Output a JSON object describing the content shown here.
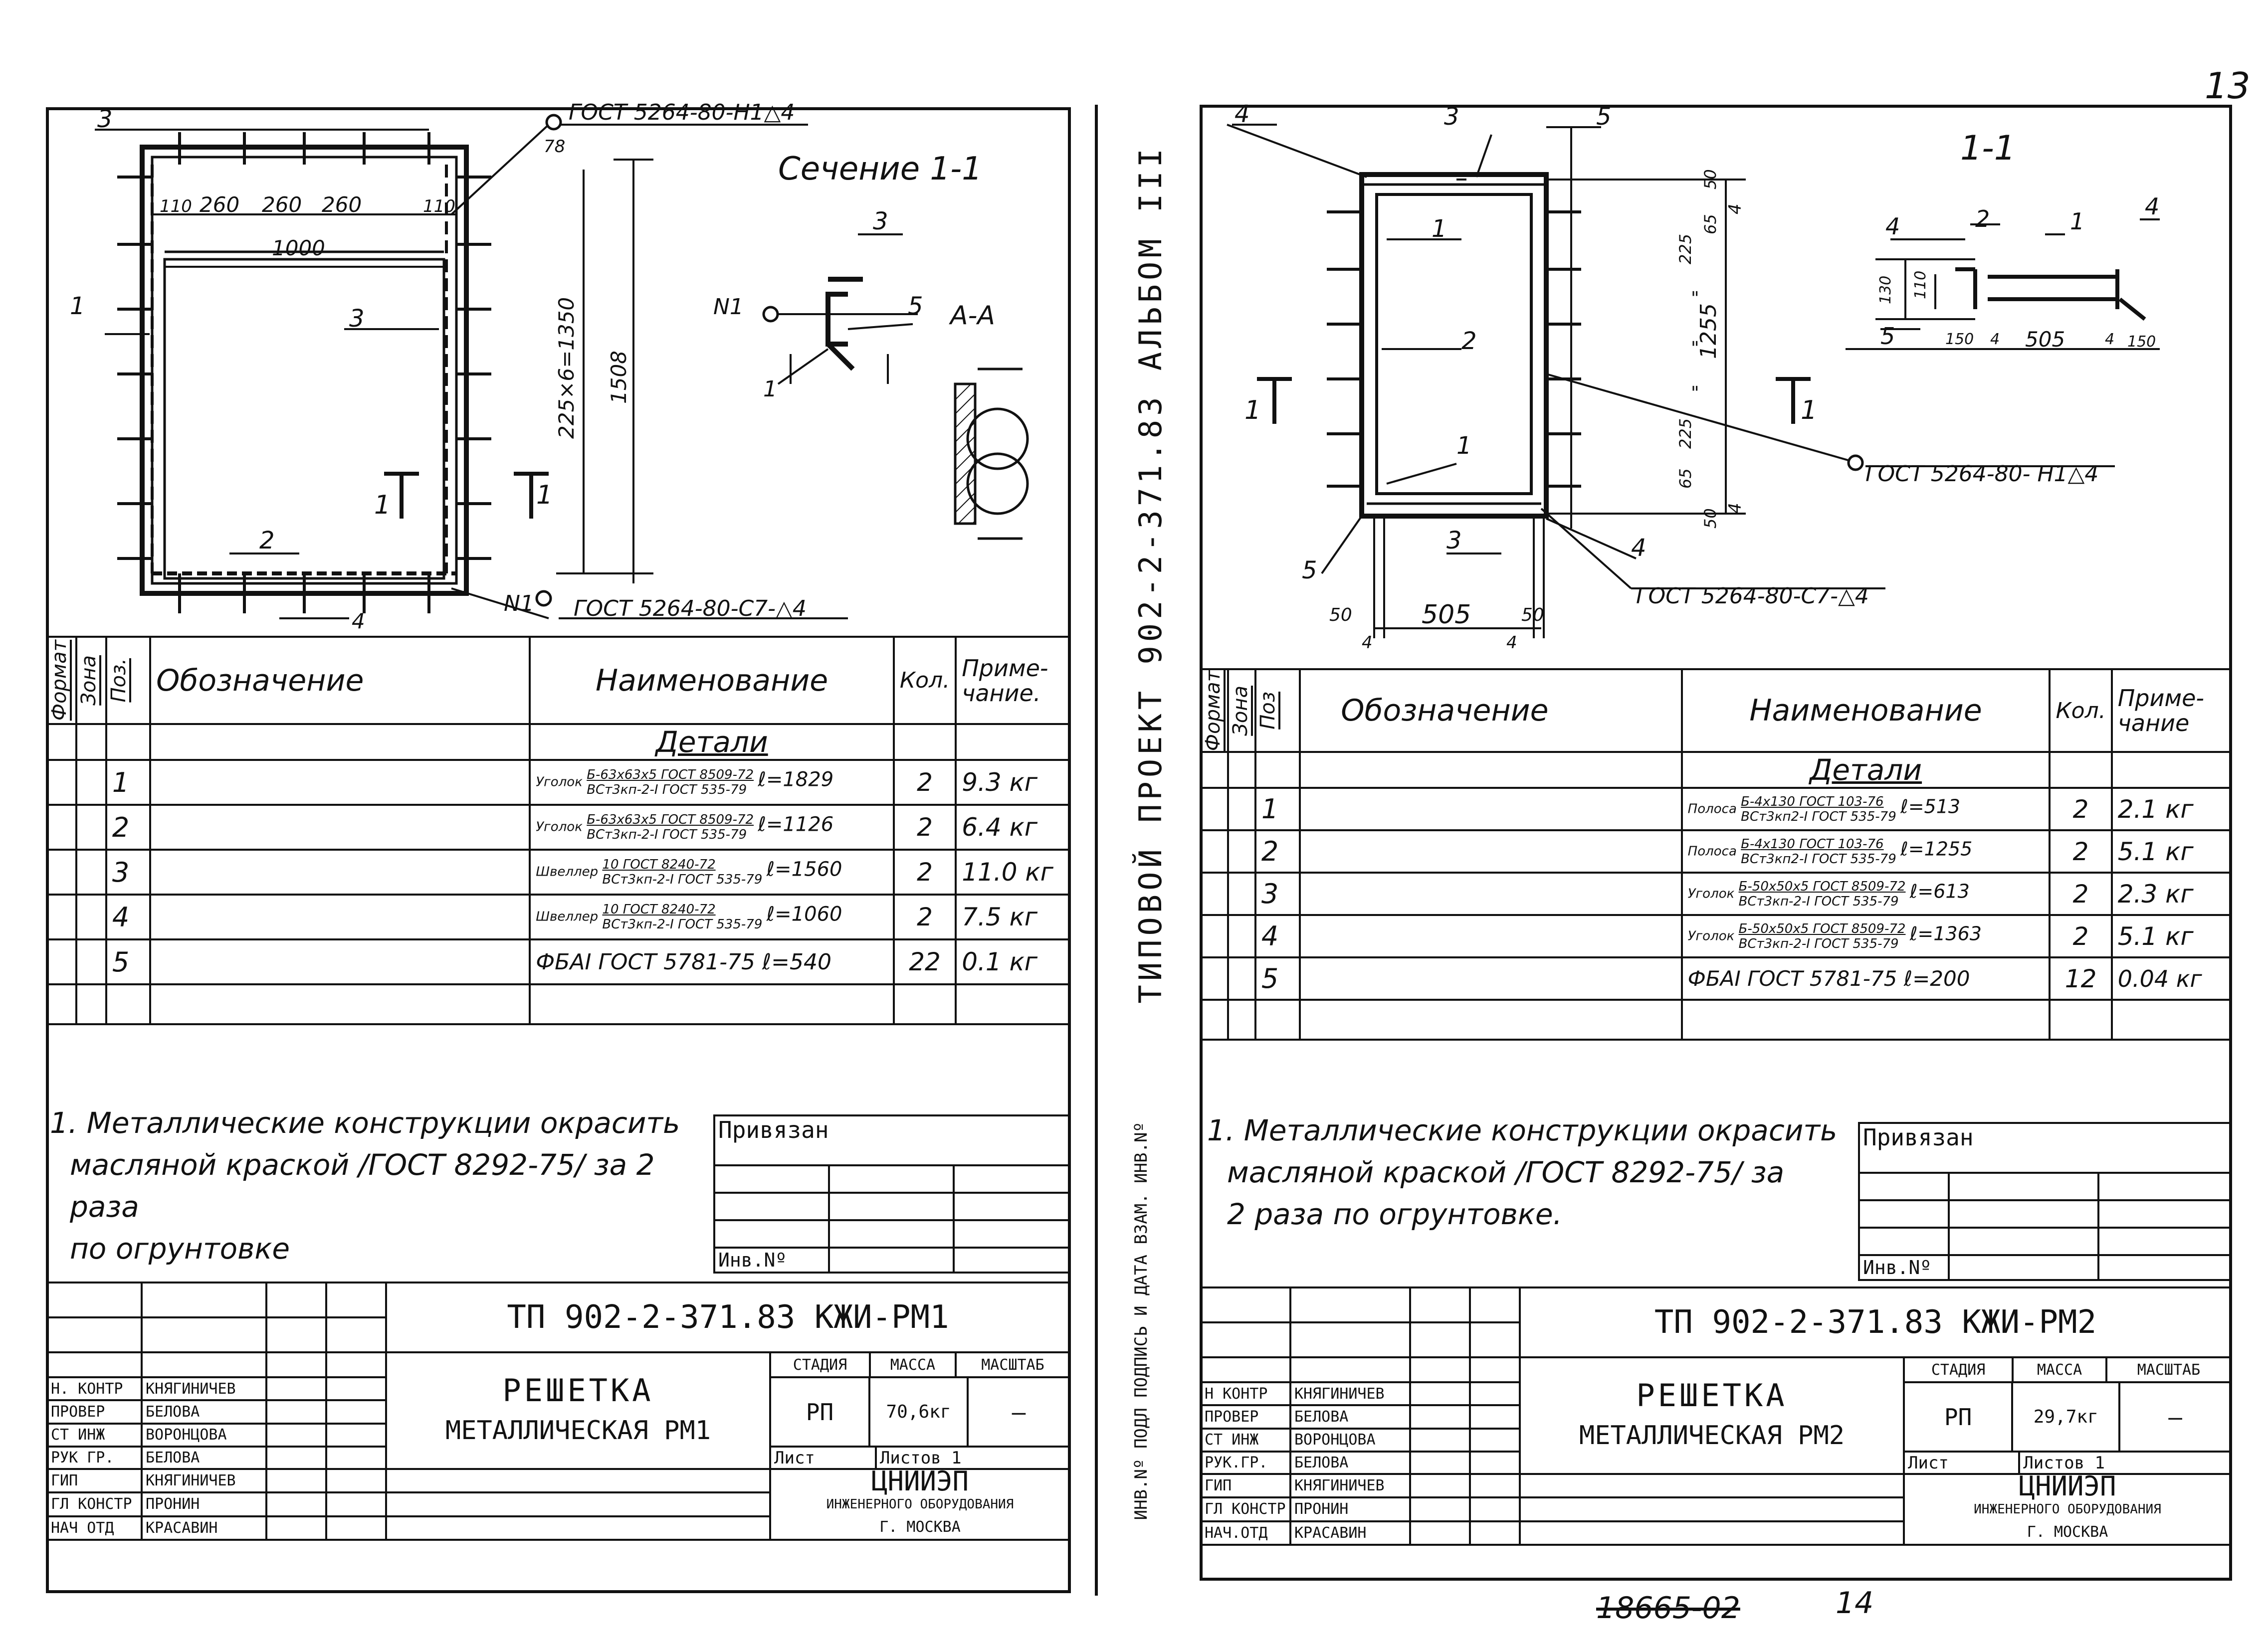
{
  "page_number": "13",
  "bottom_number": "18665-02",
  "bottom_page": "14",
  "album_vertical": "ТИПОВОЙ ПРОЕКТ 902-2-371.83   АЛЬБОМ III",
  "left_margin_label": "ИНВ.Nº ПОДЛ  ПОДПИСЬ И ДАТА  ВЗАМ. ИНВ.Nº",
  "sheets": [
    {
      "section_title": "Сечение 1-1",
      "view_label": "А-А",
      "weld_top": "ГОСТ 5264-80-Н1△4",
      "weld_bottom": "ГОСТ 5264-80-С7-△4",
      "dims": {
        "d110a": "110",
        "d260a": "260",
        "d260b": "260",
        "d260c": "260",
        "d110b": "110",
        "d1000": "1000",
        "d225x6": "225×6=1350",
        "d1508": "1508",
        "d78": "78",
        "d4": "4"
      },
      "labels": {
        "p1": "1",
        "p2": "2",
        "p3": "3",
        "p3b": "3",
        "p4": "4",
        "p5": "5",
        "n1": "N1",
        "n1b": "N1",
        "cut1": "1",
        "cut1b": "1"
      },
      "table": {
        "headers": {
          "format": "Формат",
          "zone": "Зона",
          "pos": "Поз.",
          "designation": "Обозначение",
          "name": "Наименование",
          "qty": "Кол.",
          "note": "Приме-чание."
        },
        "section": "Детали",
        "rows": [
          {
            "pos": "1",
            "name_pre": "Уголок",
            "name_top": "Б-63х63х5 ГОСТ 8509-72",
            "name_bottom": "ВСт3кп-2-I ГОСТ 535-79",
            "len": "ℓ=1829",
            "qty": "2",
            "note": "9.3 кг"
          },
          {
            "pos": "2",
            "name_pre": "Уголок",
            "name_top": "Б-63х63х5 ГОСТ 8509-72",
            "name_bottom": "ВСт3кп-2-I ГОСТ 535-79",
            "len": "ℓ=1126",
            "qty": "2",
            "note": "6.4 кг"
          },
          {
            "pos": "3",
            "name_pre": "Швеллер",
            "name_top": "10 ГОСТ 8240-72",
            "name_bottom": "ВСт3кп-2-I ГОСТ 535-79",
            "len": "ℓ=1560",
            "qty": "2",
            "note": "11.0 кг"
          },
          {
            "pos": "4",
            "name_pre": "Швеллер",
            "name_top": "10 ГОСТ 8240-72",
            "name_bottom": "ВСт3кп-2-I ГОСТ 535-79",
            "len": "ℓ=1060",
            "qty": "2",
            "note": "7.5 кг"
          },
          {
            "pos": "5",
            "name_pre": "",
            "name_top": "",
            "name_bottom": "",
            "len": "",
            "name_plain": "ФБАI ГОСТ 5781-75 ℓ=540",
            "qty": "22",
            "note": "0.1 кг"
          }
        ]
      },
      "note_lines": [
        "1. Металлические конструкции окрасить",
        "масляной краской /ГОСТ 8292-75/ за 2 раза",
        "по огрунтовке"
      ],
      "privyazan": "Привязан",
      "inv": "Инв.Nº",
      "code": "ТП 902-2-371.83   КЖИ-РМ1",
      "title_line1": "РЕШЕТКА",
      "title_line2": "МЕТАЛЛИЧЕСКАЯ РМ1",
      "stage_h": "СТАДИЯ",
      "mass_h": "МАССА",
      "scale_h": "МАСШТАБ",
      "stage": "РП",
      "mass": "70,6кг",
      "scale": "–",
      "sheet_l": "Лист",
      "sheets_l": "Листов 1",
      "org": "ЦНИИЭП",
      "org2": "ИНЖЕНЕРНОГО ОБОРУДОВАНИЯ",
      "city": "Г. МОСКВА",
      "signers": [
        {
          "role": "Н. КОНТР",
          "name": "КНЯГИНИЧЕВ"
        },
        {
          "role": "ПРОВЕР",
          "name": "БЕЛОВА"
        },
        {
          "role": "СТ ИНЖ",
          "name": "ВОРОНЦОВА"
        },
        {
          "role": "РУК ГР.",
          "name": "БЕЛОВА"
        },
        {
          "role": "ГИП",
          "name": "КНЯГИНИЧЕВ"
        },
        {
          "role": "ГЛ КОНСТР",
          "name": "ПРОНИН"
        },
        {
          "role": "НАЧ ОТД",
          "name": "КРАСАВИН"
        }
      ]
    },
    {
      "section_title": "1-1",
      "weld_top": "ГОСТ 5264-80- Н1△4",
      "weld_bottom": "ГОСТ 5264-80-С7-△4",
      "dims": {
        "d50a": "50",
        "d65a": "65",
        "d225a": "225",
        "q1": "\"",
        "q2": "\"",
        "q3": "\"",
        "d225b": "225",
        "d65b": "65",
        "d50b": "50",
        "d1255": "1255",
        "d4a": "4",
        "d4b": "4",
        "d505": "505",
        "d50c": "50",
        "d50d": "50",
        "d4c": "4",
        "d4d": "4",
        "s130": "130",
        "s110": "110",
        "s150a": "150",
        "s4a": "4",
        "s505": "505",
        "s4b": "4",
        "s150b": "150"
      },
      "labels": {
        "p1": "1",
        "p1b": "1",
        "p2": "2",
        "p3": "3",
        "p3b": "3",
        "p4": "4",
        "p4b": "4",
        "p5": "5",
        "p5b": "5",
        "s4": "4",
        "s2": "2",
        "s1": "1",
        "s4b": "4",
        "s5": "5",
        "cut1": "1",
        "cut1b": "1"
      },
      "table": {
        "headers": {
          "format": "Формат",
          "zone": "Зона",
          "pos": "Поз",
          "designation": "Обозначение",
          "name": "Наименование",
          "qty": "Кол.",
          "note": "Приме-чание"
        },
        "section": "Детали",
        "rows": [
          {
            "pos": "1",
            "name_pre": "Полоса",
            "name_top": "Б-4х130 ГОСТ 103-76",
            "name_bottom": "ВСт3кп2-I ГОСТ 535-79",
            "len": "ℓ=513",
            "qty": "2",
            "note": "2.1 кг"
          },
          {
            "pos": "2",
            "name_pre": "Полоса",
            "name_top": "Б-4х130 ГОСТ 103-76",
            "name_bottom": "ВСт3кп2-I ГОСТ 535-79",
            "len": "ℓ=1255",
            "qty": "2",
            "note": "5.1 кг"
          },
          {
            "pos": "3",
            "name_pre": "Уголок",
            "name_top": "Б-50х50х5 ГОСТ 8509-72",
            "name_bottom": "ВСт3кп-2-I ГОСТ 535-79",
            "len": "ℓ=613",
            "qty": "2",
            "note": "2.3 кг"
          },
          {
            "pos": "4",
            "name_pre": "Уголок",
            "name_top": "Б-50х50х5 ГОСТ 8509-72",
            "name_bottom": "ВСт3кп-2-I ГОСТ 535-79",
            "len": "ℓ=1363",
            "qty": "2",
            "note": "5.1 кг"
          },
          {
            "pos": "5",
            "name_pre": "",
            "name_top": "",
            "name_bottom": "",
            "len": "",
            "name_plain": "ФБАI ГОСТ 5781-75 ℓ=200",
            "qty": "12",
            "note": "0.04 кг"
          }
        ]
      },
      "note_lines": [
        "1. Металлические конструкции окрасить",
        "масляной краской /ГОСТ 8292-75/ за",
        "2 раза по огрунтовке."
      ],
      "privyazan": "Привязан",
      "inv": "Инв.Nº",
      "code": "ТП 902-2-371.83   КЖИ-РМ2",
      "title_line1": "РЕШЕТКА",
      "title_line2": "МЕТАЛЛИЧЕСКАЯ РМ2",
      "stage_h": "СТАДИЯ",
      "mass_h": "МАССА",
      "scale_h": "МАСШТАБ",
      "stage": "РП",
      "mass": "29,7кг",
      "scale": "–",
      "sheet_l": "Лист",
      "sheets_l": "Листов 1",
      "org": "ЦНИИЭП",
      "org2": "ИНЖЕНЕРНОГО ОБОРУДОВАНИЯ",
      "city": "Г. МОСКВА",
      "signers": [
        {
          "role": "Н КОНТР",
          "name": "КНЯГИНИЧЕВ"
        },
        {
          "role": "ПРОВЕР",
          "name": "БЕЛОВА"
        },
        {
          "role": "СТ ИНЖ",
          "name": "ВОРОНЦОВА"
        },
        {
          "role": "РУК.ГР.",
          "name": "БЕЛОВА"
        },
        {
          "role": "ГИП",
          "name": "КНЯГИНИЧЕВ"
        },
        {
          "role": "ГЛ КОНСТР",
          "name": "ПРОНИН"
        },
        {
          "role": "НАЧ.ОТД",
          "name": "КРАСАВИН"
        }
      ]
    }
  ]
}
